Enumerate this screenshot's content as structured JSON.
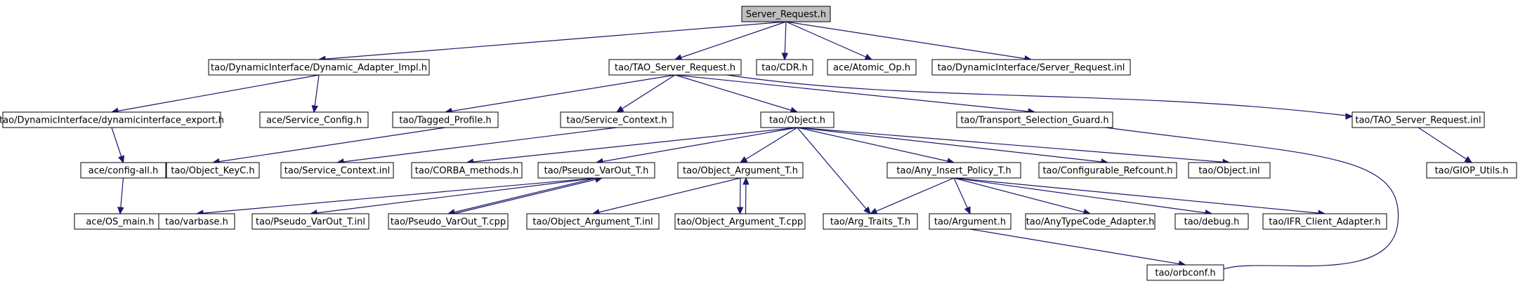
{
  "diagram": {
    "type": "include-dependency-graph",
    "root": "Server_Request.h",
    "nodes": [
      {
        "id": "server_request_h",
        "label": "Server_Request.h"
      },
      {
        "id": "dynamic_adapter_impl_h",
        "label": "tao/DynamicInterface/Dynamic_Adapter_Impl.h"
      },
      {
        "id": "tao_server_request_h",
        "label": "tao/TAO_Server_Request.h"
      },
      {
        "id": "cdr_h",
        "label": "tao/CDR.h"
      },
      {
        "id": "atomic_op_h",
        "label": "ace/Atomic_Op.h"
      },
      {
        "id": "server_request_inl",
        "label": "tao/DynamicInterface/Server_Request.inl"
      },
      {
        "id": "dynamicinterface_export_h",
        "label": "tao/DynamicInterface/dynamicinterface_export.h"
      },
      {
        "id": "service_config_h",
        "label": "ace/Service_Config.h"
      },
      {
        "id": "tagged_profile_h",
        "label": "tao/Tagged_Profile.h"
      },
      {
        "id": "service_context_h",
        "label": "tao/Service_Context.h"
      },
      {
        "id": "object_h",
        "label": "tao/Object.h"
      },
      {
        "id": "transport_selection_guard_h",
        "label": "tao/Transport_Selection_Guard.h"
      },
      {
        "id": "tao_server_request_inl",
        "label": "tao/TAO_Server_Request.inl"
      },
      {
        "id": "config_all_h",
        "label": "ace/config-all.h"
      },
      {
        "id": "object_keyc_h",
        "label": "tao/Object_KeyC.h"
      },
      {
        "id": "service_context_inl",
        "label": "tao/Service_Context.inl"
      },
      {
        "id": "corba_methods_h",
        "label": "tao/CORBA_methods.h"
      },
      {
        "id": "pseudo_varout_t_h",
        "label": "tao/Pseudo_VarOut_T.h"
      },
      {
        "id": "object_argument_t_h",
        "label": "tao/Object_Argument_T.h"
      },
      {
        "id": "any_insert_policy_t_h",
        "label": "tao/Any_Insert_Policy_T.h"
      },
      {
        "id": "configurable_refcount_h",
        "label": "tao/Configurable_Refcount.h"
      },
      {
        "id": "object_inl",
        "label": "tao/Object.inl"
      },
      {
        "id": "giop_utils_h",
        "label": "tao/GIOP_Utils.h"
      },
      {
        "id": "os_main_h",
        "label": "ace/OS_main.h"
      },
      {
        "id": "varbase_h",
        "label": "tao/varbase.h"
      },
      {
        "id": "pseudo_varout_t_inl",
        "label": "tao/Pseudo_VarOut_T.inl"
      },
      {
        "id": "pseudo_varout_t_cpp",
        "label": "tao/Pseudo_VarOut_T.cpp"
      },
      {
        "id": "object_argument_t_inl",
        "label": "tao/Object_Argument_T.inl"
      },
      {
        "id": "object_argument_t_cpp",
        "label": "tao/Object_Argument_T.cpp"
      },
      {
        "id": "arg_traits_t_h",
        "label": "tao/Arg_Traits_T.h"
      },
      {
        "id": "argument_h",
        "label": "tao/Argument.h"
      },
      {
        "id": "anytypecode_adapter_h",
        "label": "tao/AnyTypeCode_Adapter.h"
      },
      {
        "id": "debug_h",
        "label": "tao/debug.h"
      },
      {
        "id": "ifr_client_adapter_h",
        "label": "tao/IFR_Client_Adapter.h"
      },
      {
        "id": "orbconf_h",
        "label": "tao/orbconf.h"
      }
    ],
    "edges": [
      {
        "from": "server_request_h",
        "to": "dynamic_adapter_impl_h"
      },
      {
        "from": "server_request_h",
        "to": "tao_server_request_h"
      },
      {
        "from": "server_request_h",
        "to": "cdr_h"
      },
      {
        "from": "server_request_h",
        "to": "atomic_op_h"
      },
      {
        "from": "server_request_h",
        "to": "server_request_inl"
      },
      {
        "from": "dynamic_adapter_impl_h",
        "to": "dynamicinterface_export_h"
      },
      {
        "from": "dynamic_adapter_impl_h",
        "to": "service_config_h"
      },
      {
        "from": "dynamicinterface_export_h",
        "to": "config_all_h"
      },
      {
        "from": "config_all_h",
        "to": "os_main_h"
      },
      {
        "from": "tao_server_request_h",
        "to": "tagged_profile_h"
      },
      {
        "from": "tao_server_request_h",
        "to": "service_context_h"
      },
      {
        "from": "tao_server_request_h",
        "to": "object_h"
      },
      {
        "from": "tao_server_request_h",
        "to": "transport_selection_guard_h"
      },
      {
        "from": "tao_server_request_h",
        "to": "tao_server_request_inl"
      },
      {
        "from": "tagged_profile_h",
        "to": "object_keyc_h"
      },
      {
        "from": "service_context_h",
        "to": "service_context_inl"
      },
      {
        "from": "object_h",
        "to": "corba_methods_h"
      },
      {
        "from": "object_h",
        "to": "pseudo_varout_t_h"
      },
      {
        "from": "object_h",
        "to": "object_argument_t_h"
      },
      {
        "from": "object_h",
        "to": "arg_traits_t_h"
      },
      {
        "from": "object_h",
        "to": "any_insert_policy_t_h"
      },
      {
        "from": "object_h",
        "to": "configurable_refcount_h"
      },
      {
        "from": "object_h",
        "to": "object_inl"
      },
      {
        "from": "transport_selection_guard_h",
        "to": "orbconf_h"
      },
      {
        "from": "tao_server_request_inl",
        "to": "giop_utils_h"
      },
      {
        "from": "pseudo_varout_t_h",
        "to": "varbase_h"
      },
      {
        "from": "pseudo_varout_t_h",
        "to": "pseudo_varout_t_inl"
      },
      {
        "from": "pseudo_varout_t_h",
        "to": "pseudo_varout_t_cpp"
      },
      {
        "from": "pseudo_varout_t_cpp",
        "to": "pseudo_varout_t_h"
      },
      {
        "from": "object_argument_t_h",
        "to": "object_argument_t_inl"
      },
      {
        "from": "object_argument_t_h",
        "to": "object_argument_t_cpp"
      },
      {
        "from": "object_argument_t_cpp",
        "to": "object_argument_t_h"
      },
      {
        "from": "any_insert_policy_t_h",
        "to": "arg_traits_t_h"
      },
      {
        "from": "any_insert_policy_t_h",
        "to": "argument_h"
      },
      {
        "from": "any_insert_policy_t_h",
        "to": "anytypecode_adapter_h"
      },
      {
        "from": "any_insert_policy_t_h",
        "to": "debug_h"
      },
      {
        "from": "any_insert_policy_t_h",
        "to": "ifr_client_adapter_h"
      },
      {
        "from": "argument_h",
        "to": "orbconf_h"
      }
    ]
  }
}
